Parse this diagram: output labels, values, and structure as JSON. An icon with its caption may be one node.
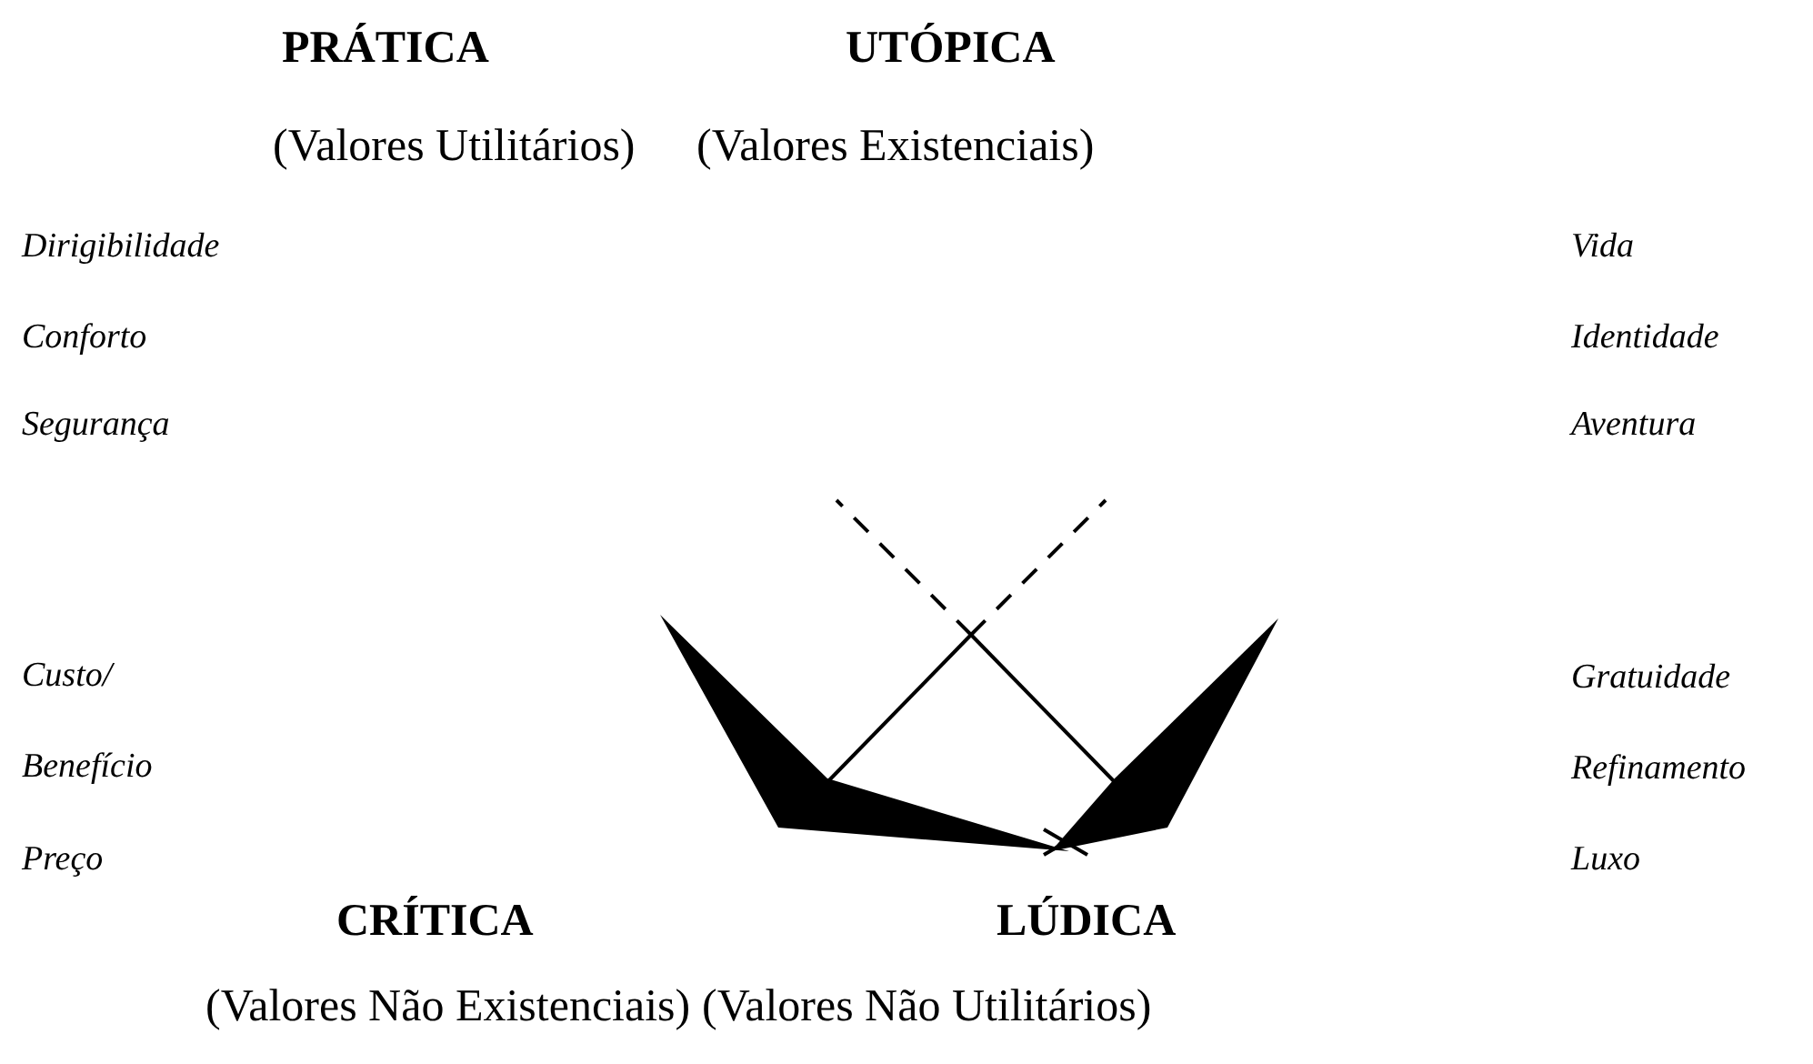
{
  "diagram": {
    "labels": [
      "PRÁTICA",
      "UTÓPICA",
      "(Valores Utilitários)",
      "(Valores Existenciais)",
      "Dirigibilidade",
      "Vida",
      "Conforto",
      "Identidade",
      "Segurança",
      "Aventura",
      "Custo/ Benefício",
      "Gratuidade",
      "Refinamento",
      "Preço",
      "Luxo",
      "CRÍTICA",
      "LÚDICA",
      "(Valores Não Existenciais)",
      "(Valores Não Utilitários)"
    ]
  }
}
